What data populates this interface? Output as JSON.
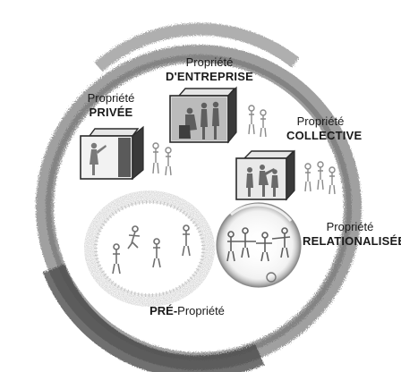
{
  "labels": {
    "privee": {
      "line1": "Propriété",
      "line2": "PRIVÉE"
    },
    "entreprise": {
      "line1": "Propriété",
      "line2": "D'ENTREPRISE"
    },
    "collective": {
      "line1": "Propriété",
      "line2": "COLLECTIVE"
    },
    "relationalisee": {
      "line1": "Propriété",
      "line2": "RELATIONALISÉE"
    },
    "pre": {
      "prefix": "PRÉ-",
      "suffix": "Propriété"
    }
  },
  "colors": {
    "ring": "#8a8a8a",
    "ring_dark": "#5e5e5e",
    "box_edge": "#2b2b2b",
    "box_inner": "#9a9a9a",
    "box_back": "#3c3c3c",
    "figure": "#6f6f6f",
    "text": "#1a1a1a"
  }
}
